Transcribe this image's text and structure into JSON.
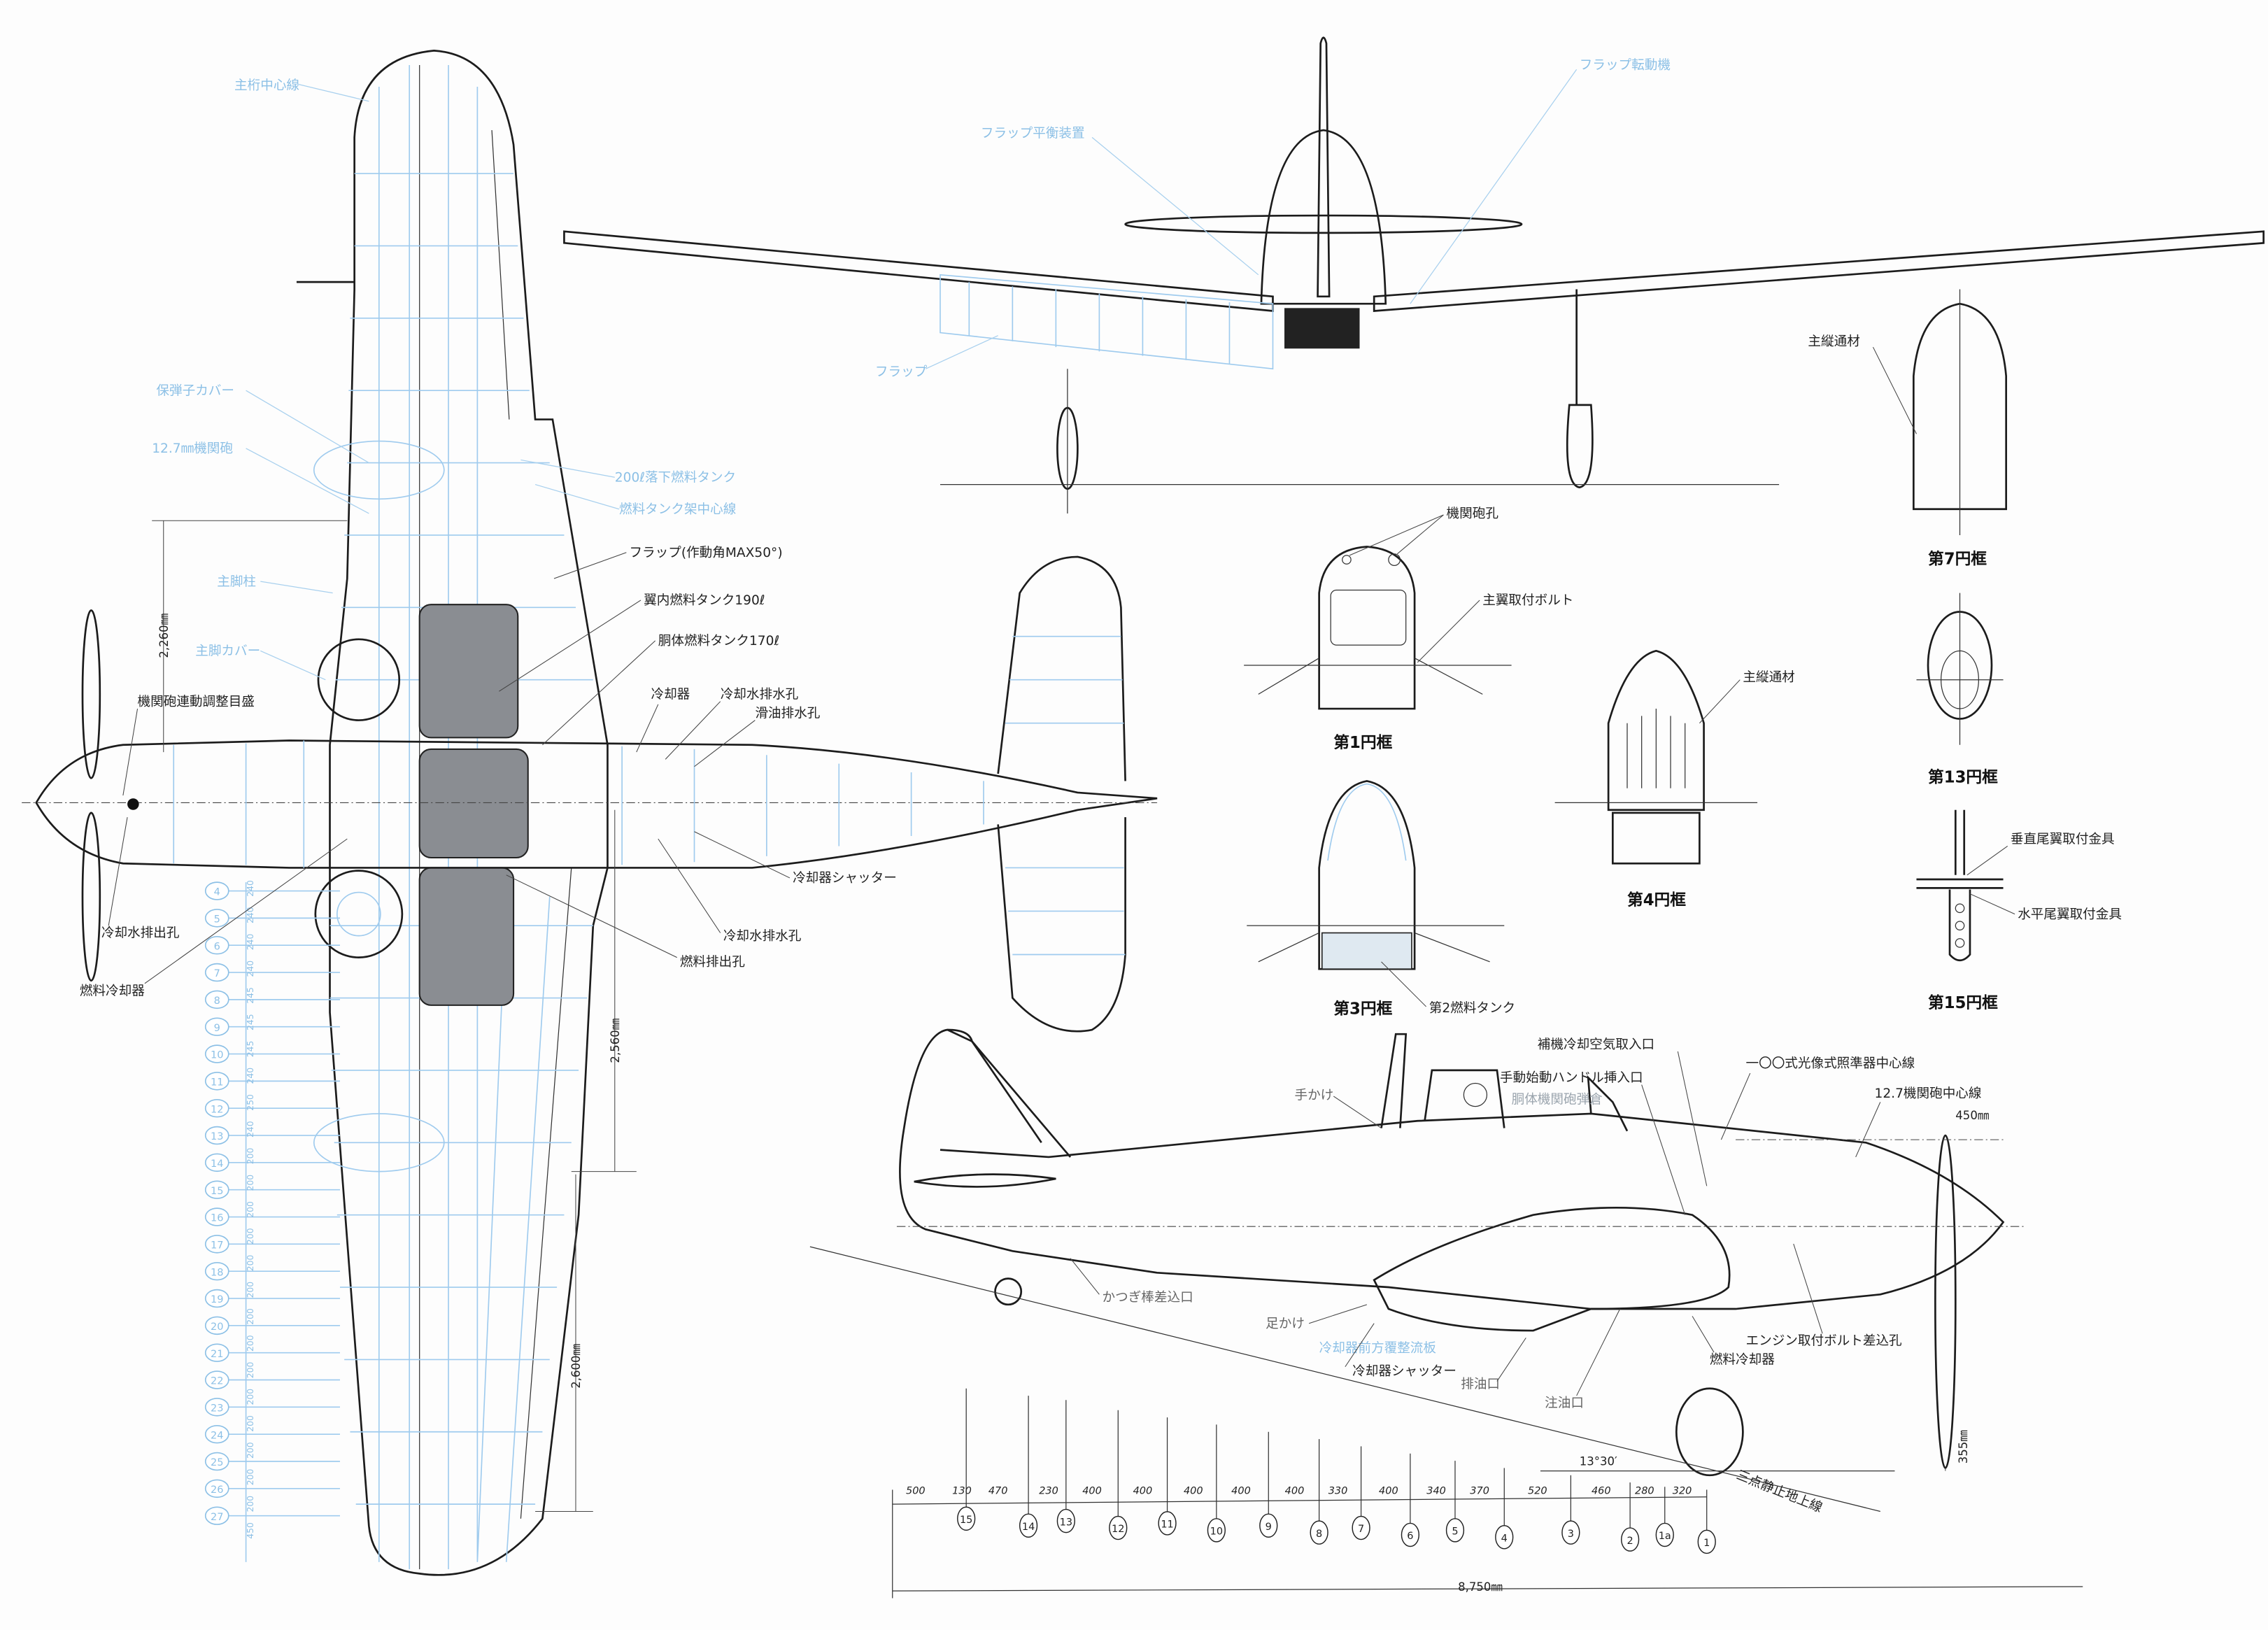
{
  "colors": {
    "ink": "#1c1c1c",
    "blue_annotation": "#8cc0e6",
    "fuel_tank_fill": "#8a8d92"
  },
  "top_view": {
    "labels": {
      "spar_centerline": "主桁中心線",
      "ammo_cover": "保弾子カバー",
      "mg_127": "12.7㎜機関砲",
      "drop_tank": "200ℓ落下燃料タンク",
      "tank_rack_centerline": "燃料タンク架中心線",
      "flap": "フラップ(作動角MAX50°)",
      "wing_tank": "翼内燃料タンク190ℓ",
      "fuselage_tank": "胴体燃料タンク170ℓ",
      "main_leg": "主脚柱",
      "main_leg_cover": "主脚カバー",
      "gun_sync_scale": "機関砲連動調整目盛",
      "radiator": "冷却器",
      "coolant_drain_1": "冷却水排水孔",
      "oil_drain": "滑油排水孔",
      "radiator_shutter": "冷却器シャッター",
      "coolant_drain_2": "冷却水排水孔",
      "fuel_drain": "燃料排出孔",
      "coolant_outlet": "冷却水排出孔",
      "fuel_cooler": "燃料冷却器"
    },
    "dimensions": {
      "d1": "2,260㎜",
      "d2": "2,560㎜",
      "d3": "2,600㎜"
    },
    "rib_stations": [
      "4",
      "5",
      "6",
      "7",
      "8",
      "9",
      "10",
      "11",
      "12",
      "13",
      "14",
      "15",
      "16",
      "17",
      "18",
      "19",
      "20",
      "21",
      "22",
      "23",
      "24",
      "25",
      "26",
      "27"
    ],
    "rib_spacings": [
      "240",
      "240",
      "240",
      "240",
      "245",
      "245",
      "245",
      "240",
      "250",
      "240",
      "200",
      "200",
      "200",
      "200",
      "200",
      "200",
      "200",
      "200",
      "200",
      "200",
      "200",
      "200",
      "200",
      "200",
      "450"
    ]
  },
  "front_view": {
    "labels": {
      "flap_balance": "フラップ平衡装置",
      "flap_link": "フラップ転動機",
      "flap": "フラップ"
    }
  },
  "frames": {
    "f7": {
      "title": "第7円框",
      "label": "主縦通材"
    },
    "f1": {
      "title": "第1円框",
      "gun_ports": "機関砲孔",
      "wing_bolt": "主翼取付ボルト"
    },
    "f4": {
      "title": "第4円框",
      "label": "主縦通材"
    },
    "f13": {
      "title": "第13円框"
    },
    "f3": {
      "title": "第3円框",
      "label": "第2燃料タンク"
    },
    "f15": {
      "title": "第15円框",
      "vfin_fitting": "垂直尾翼取付金具",
      "hstab_fitting": "水平尾翼取付金具"
    }
  },
  "side_view": {
    "labels": {
      "aux_air_intake": "補機冷却空気取入口",
      "gunsight_centerline": "一〇〇式光像式照準器中心線",
      "hand_crank": "手動始動ハンドル挿入口",
      "ammo_box": "胴体機関砲弾倉",
      "mg_centerline": "12.7機関砲中心線",
      "handhold": "手かけ",
      "carry_bar": "かつぎ棒差込口",
      "foothold": "足かけ",
      "radiator_fairing": "冷却器前方覆整流板",
      "radiator_shutter": "冷却器シャッター",
      "oil_drain": "排油口",
      "oil_filler": "注油口",
      "engine_bolt": "エンジン取付ボルト差込孔",
      "fuel_cooler": "燃料冷却器",
      "ground_line": "三点静止地上線"
    },
    "dimensions": {
      "prop_offset": "450㎜",
      "prop_clearance": "355㎜",
      "ground_angle": "13°30′",
      "overall_length": "8,750㎜"
    },
    "frame_spacings": [
      "500",
      "130",
      "470",
      "230",
      "400",
      "400",
      "400",
      "400",
      "400",
      "330",
      "400",
      "340",
      "370",
      "520",
      "460",
      "280",
      "320"
    ],
    "frame_numbers": [
      "15",
      "14",
      "13",
      "12",
      "11",
      "10",
      "9",
      "8",
      "7",
      "6",
      "5",
      "4",
      "3",
      "2",
      "1a",
      "1"
    ]
  }
}
